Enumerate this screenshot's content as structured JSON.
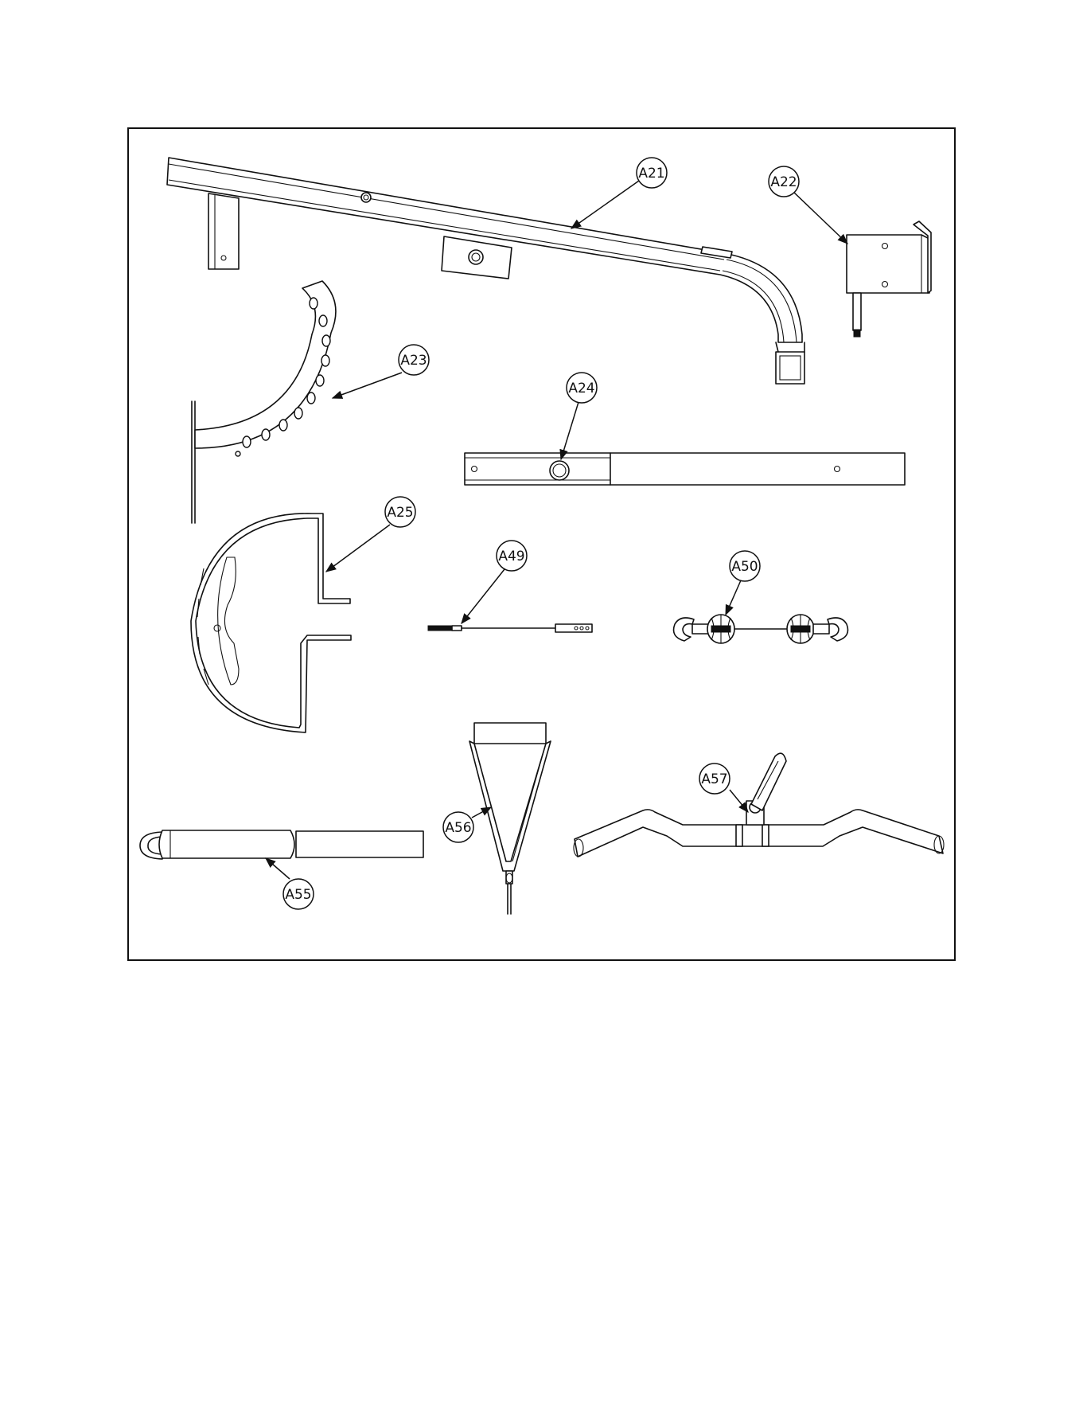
{
  "callouts": [
    {
      "id": "A21",
      "label": "A21"
    },
    {
      "id": "A22",
      "label": "A22"
    },
    {
      "id": "A23",
      "label": "A23"
    },
    {
      "id": "A24",
      "label": "A24"
    },
    {
      "id": "A25",
      "label": "A25"
    },
    {
      "id": "A49",
      "label": "A49"
    },
    {
      "id": "A50",
      "label": "A50"
    },
    {
      "id": "A55",
      "label": "A55"
    },
    {
      "id": "A56",
      "label": "A56"
    },
    {
      "id": "A57",
      "label": "A57"
    }
  ]
}
